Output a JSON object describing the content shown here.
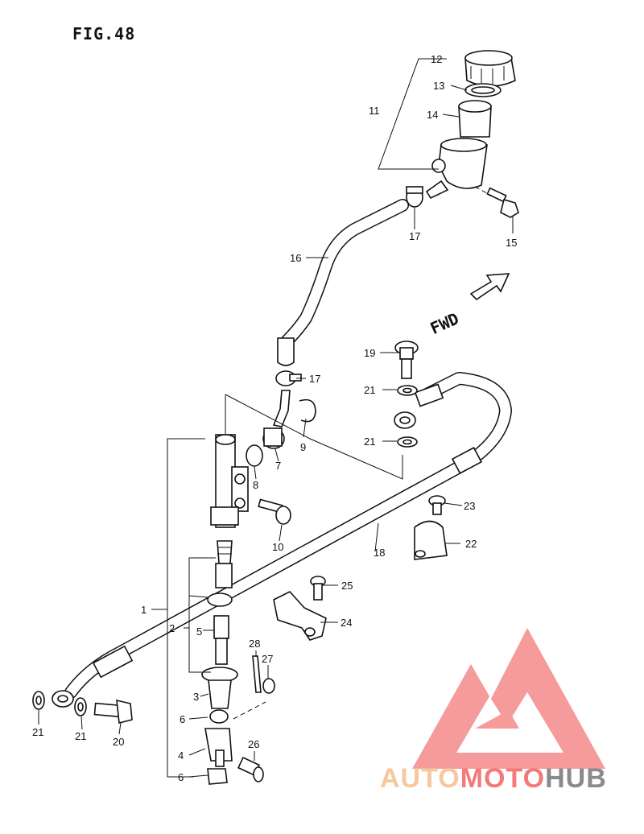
{
  "figure": {
    "title": "FIG.48"
  },
  "direction_label": "FWD",
  "callouts": [
    {
      "id": "c12",
      "text": "12"
    },
    {
      "id": "c13",
      "text": "13"
    },
    {
      "id": "c11",
      "text": "11"
    },
    {
      "id": "c14",
      "text": "14"
    },
    {
      "id": "c17a",
      "text": "17"
    },
    {
      "id": "c15",
      "text": "15"
    },
    {
      "id": "c16",
      "text": "16"
    },
    {
      "id": "c19",
      "text": "19"
    },
    {
      "id": "c17b",
      "text": "17"
    },
    {
      "id": "c21a",
      "text": "21"
    },
    {
      "id": "c9",
      "text": "9"
    },
    {
      "id": "c21b",
      "text": "21"
    },
    {
      "id": "c7",
      "text": "7"
    },
    {
      "id": "c8",
      "text": "8"
    },
    {
      "id": "c23",
      "text": "23"
    },
    {
      "id": "c10",
      "text": "10"
    },
    {
      "id": "c22",
      "text": "22"
    },
    {
      "id": "c18",
      "text": "18"
    },
    {
      "id": "c25",
      "text": "25"
    },
    {
      "id": "c1",
      "text": "1"
    },
    {
      "id": "c24",
      "text": "24"
    },
    {
      "id": "c2",
      "text": "2"
    },
    {
      "id": "c5",
      "text": "5"
    },
    {
      "id": "c28",
      "text": "28"
    },
    {
      "id": "c27",
      "text": "27"
    },
    {
      "id": "c3",
      "text": "3"
    },
    {
      "id": "c6a",
      "text": "6"
    },
    {
      "id": "c21c",
      "text": "21"
    },
    {
      "id": "c21d",
      "text": "21"
    },
    {
      "id": "c20",
      "text": "20"
    },
    {
      "id": "c26",
      "text": "26"
    },
    {
      "id": "c4",
      "text": "4"
    },
    {
      "id": "c6b",
      "text": "6"
    }
  ],
  "watermark": {
    "part1": "AUTO",
    "part2": "MOTO",
    "part3": "HUB",
    "colors": {
      "orange": "#f6c8a0",
      "red": "#f47a7a",
      "gray": "#8a8a8a"
    }
  }
}
